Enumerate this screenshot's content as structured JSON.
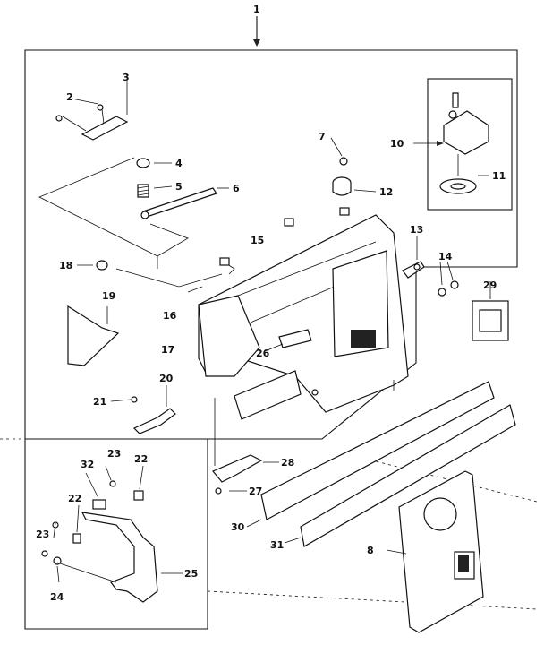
{
  "diagram": {
    "callouts": [
      "1",
      "2",
      "3",
      "4",
      "5",
      "6",
      "7",
      "10",
      "11",
      "12",
      "13",
      "14",
      "15",
      "16",
      "17",
      "18",
      "19",
      "20",
      "21",
      "22",
      "23",
      "24",
      "25",
      "26",
      "27",
      "28",
      "29",
      "30",
      "31",
      "32",
      "8"
    ]
  }
}
